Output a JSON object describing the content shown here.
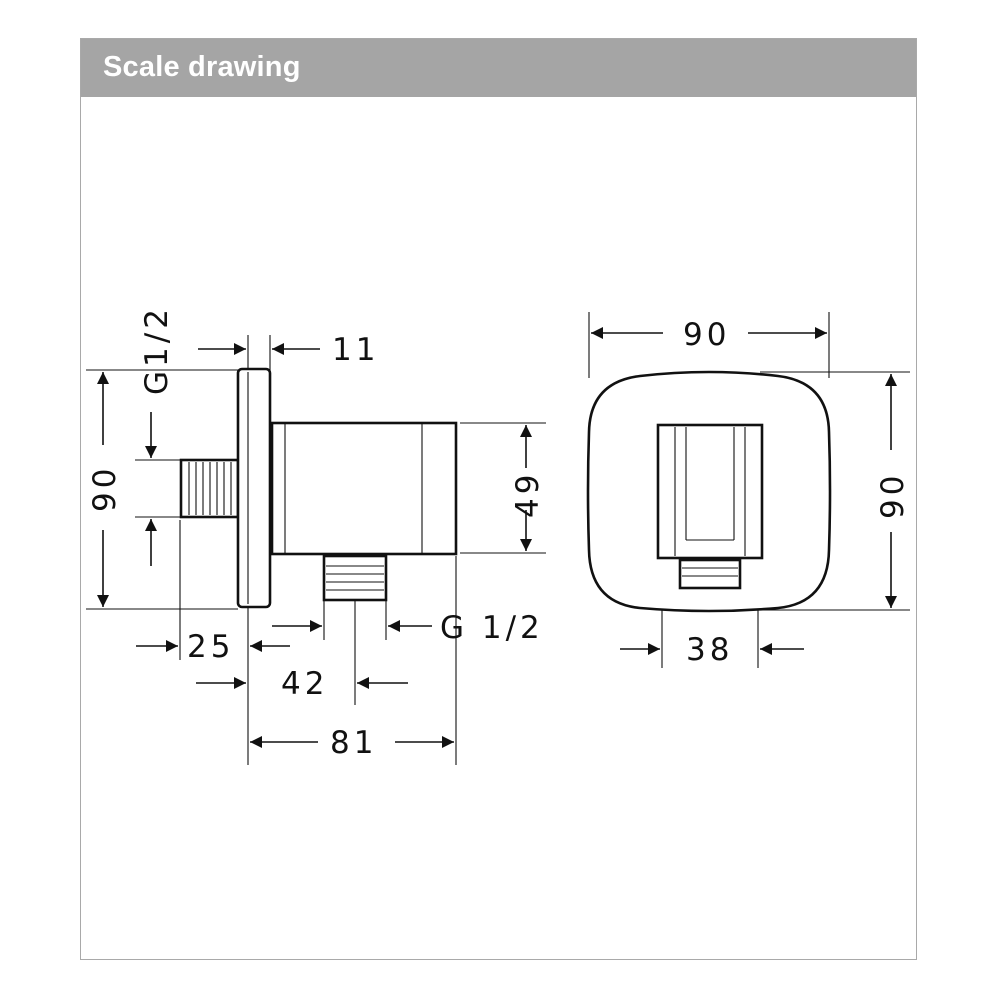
{
  "header": {
    "title": "Scale drawing"
  },
  "side_view": {
    "thread_top": "G1/2",
    "dim_11": "11",
    "dim_90": "90",
    "dim_49": "49",
    "dim_25": "25",
    "dim_42": "42",
    "dim_81": "81",
    "thread_bottom": "G 1/2"
  },
  "front_view": {
    "dim_width": "90",
    "dim_height": "90",
    "dim_38": "38"
  }
}
